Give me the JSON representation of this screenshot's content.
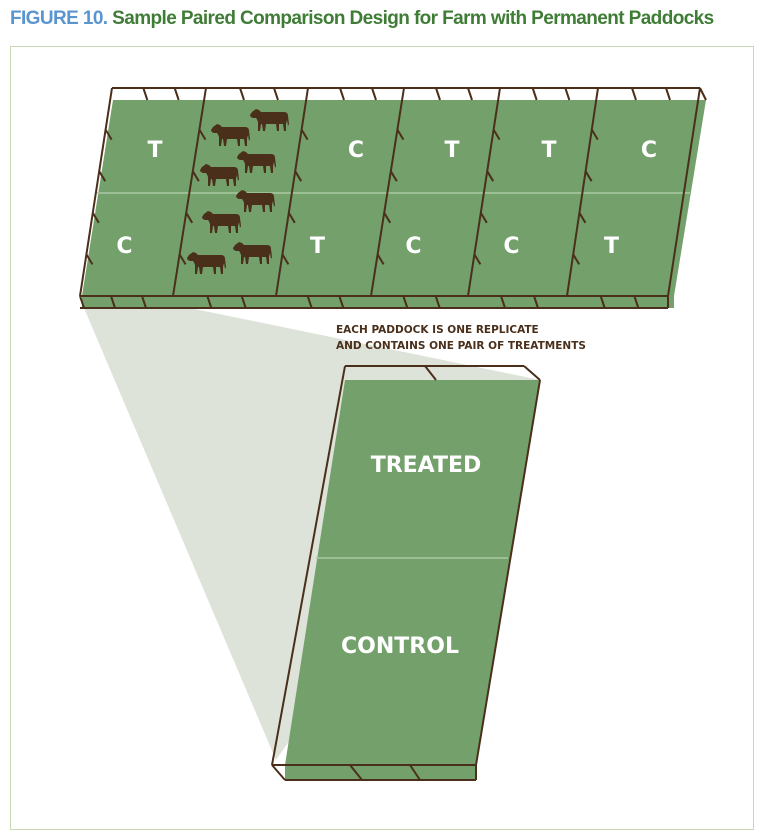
{
  "title": {
    "figure_number": "FIGURE 10.",
    "text": "Sample Paired Comparison Design for Farm with Permanent Paddocks"
  },
  "farm": {
    "paddocks": [
      {
        "top": "T",
        "bottom": "C"
      },
      {
        "top": "",
        "bottom": "",
        "cows": 8
      },
      {
        "top": "C",
        "bottom": "T"
      },
      {
        "top": "T",
        "bottom": "C"
      },
      {
        "top": "T",
        "bottom": "C"
      },
      {
        "top": "C",
        "bottom": "T"
      }
    ]
  },
  "annotation": {
    "line1": "EACH PADDOCK IS ONE REPLICATE",
    "line2": "AND CONTAINS ONE PAIR OF TREATMENTS"
  },
  "detail": {
    "top_label": "TREATED",
    "bottom_label": "CONTROL"
  },
  "colors": {
    "grass": "#74a06c",
    "fence": "#4a2f1b",
    "shadow": "#dde3d8",
    "title_blue": "#5b95cf",
    "title_green": "#3f7c36"
  }
}
